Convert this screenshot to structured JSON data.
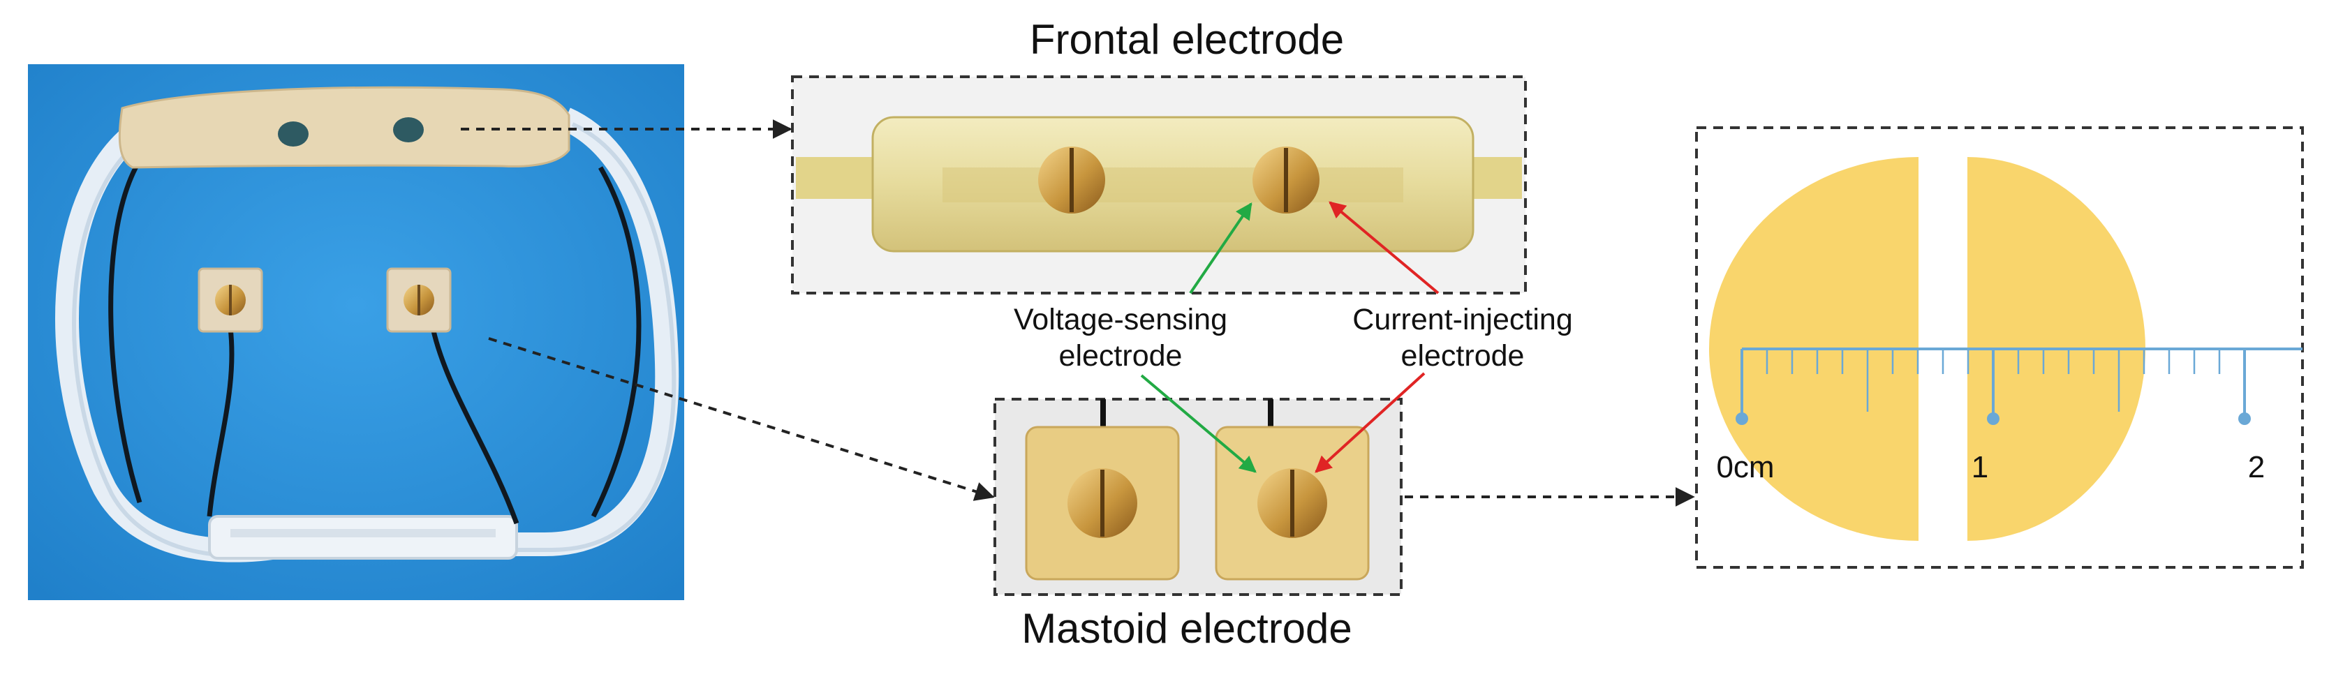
{
  "titles": {
    "frontal": "Frontal electrode",
    "mastoid": "Mastoid electrode"
  },
  "annotations": {
    "voltage": [
      "Voltage-sensing",
      "electrode"
    ],
    "current": [
      "Current-injecting",
      "electrode"
    ]
  },
  "ruler": {
    "unit": "cm",
    "labels": [
      "0cm",
      "1",
      "2"
    ],
    "range_cm": [
      0,
      2
    ],
    "minor_step_cm": 0.1
  },
  "colors": {
    "background_blue": "#2a8fd8",
    "electrode_gold": "#f9d56c",
    "ruler_blue": "#6aa8d6",
    "voltage_arrow": "#22aa44",
    "current_arrow": "#e02424",
    "connector": "#222222"
  }
}
